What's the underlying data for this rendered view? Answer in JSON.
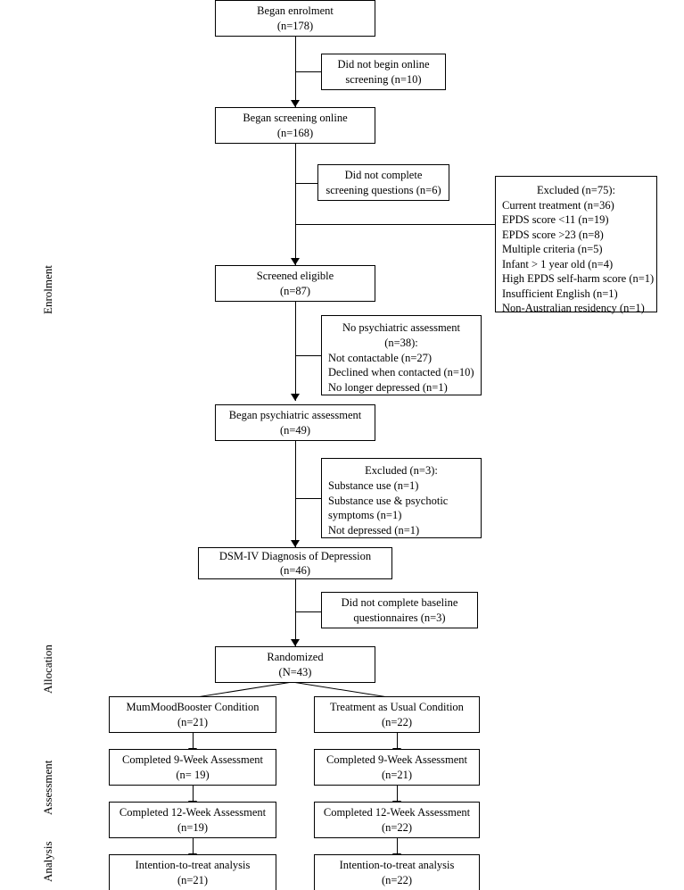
{
  "figure": {
    "type": "consort-flow-diagram",
    "stage_labels": [
      {
        "name": "enrolment",
        "text": "Enrolment"
      },
      {
        "name": "allocation",
        "text": "Allocation"
      },
      {
        "name": "assessment",
        "text": "Assessment"
      },
      {
        "name": "analysis",
        "text": "Analysis"
      }
    ],
    "main_flow": [
      {
        "name": "began-enrolment",
        "title": "Began enrolment",
        "count": "(n=178)"
      },
      {
        "name": "began-screening-online",
        "title": "Began screening online",
        "count": "(n=168)"
      },
      {
        "name": "screened-eligible",
        "title": "Screened eligible",
        "count": "(n=87)"
      },
      {
        "name": "began-psychiatric-assessment",
        "title": "Began psychiatric assessment",
        "count": "(n=49)"
      },
      {
        "name": "dsm-iv-diagnosis",
        "title": "DSM-IV Diagnosis of Depression",
        "count": "(n=46)"
      },
      {
        "name": "randomized",
        "title": "Randomized",
        "count": "(N=43)"
      }
    ],
    "side_boxes": [
      {
        "name": "did-not-begin-online-screening",
        "line1": "Did not begin online",
        "line2": "screening (n=10)"
      },
      {
        "name": "did-not-complete-screening-questions",
        "line1": "Did not complete",
        "line2": "screening questions (n=6)"
      },
      {
        "name": "did-not-complete-baseline-questionnaires",
        "line1": "Did not complete baseline",
        "line2": "questionnaires (n=3)"
      }
    ],
    "excluded_75": {
      "name": "excluded-75",
      "header": "Excluded (n=75):",
      "items": [
        "Current treatment (n=36)",
        "EPDS score <11 (n=19)",
        "EPDS score >23 (n=8)",
        "Multiple criteria (n=5)",
        "Infant > 1 year old (n=4)",
        "High EPDS self-harm score (n=1)",
        "Insufficient English (n=1)",
        "Non-Australian residency (n=1)"
      ]
    },
    "no_psychiatric_assessment": {
      "name": "no-psychiatric-assessment",
      "header_line1": "No psychiatric assessment",
      "header_line2": "(n=38):",
      "items": [
        "Not contactable (n=27)",
        "Declined when contacted (n=10)",
        "No longer depressed (n=1)"
      ]
    },
    "excluded_3": {
      "name": "excluded-3",
      "header": "Excluded (n=3):",
      "items": [
        "Substance use (n=1)",
        "Substance use & psychotic",
        "symptoms (n=1)",
        "Not depressed (n=1)"
      ]
    },
    "arms": {
      "left": {
        "name": "mummoodbooster-arm",
        "condition": {
          "title": "MumMoodBooster Condition",
          "count": "(n=21)"
        },
        "week9": {
          "title": "Completed 9-Week Assessment",
          "count": "(n= 19)"
        },
        "week12": {
          "title": "Completed 12-Week Assessment",
          "count": "(n=19)"
        },
        "itt": {
          "title": "Intention-to-treat analysis",
          "count": "(n=21)"
        }
      },
      "right": {
        "name": "treatment-as-usual-arm",
        "condition": {
          "title": "Treatment as Usual Condition",
          "count": "(n=22)"
        },
        "week9": {
          "title": "Completed 9-Week Assessment",
          "count": "(n=21)"
        },
        "week12": {
          "title": "Completed 12-Week Assessment",
          "count": "(n=22)"
        },
        "itt": {
          "title": "Intention-to-treat analysis",
          "count": "(n=22)"
        }
      }
    }
  }
}
